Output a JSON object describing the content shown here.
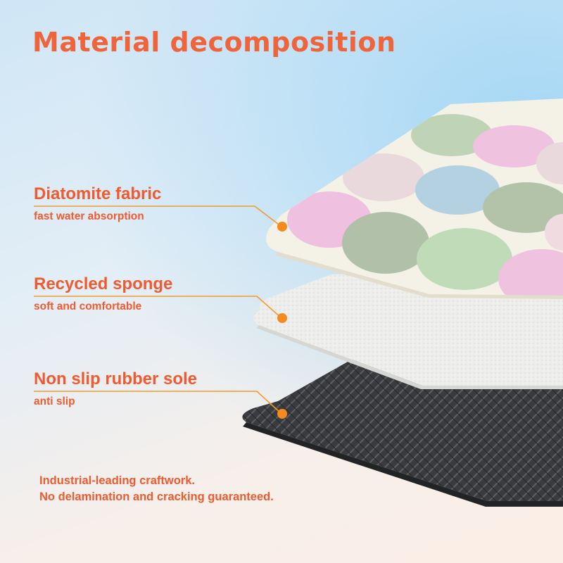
{
  "title": "Material decomposition",
  "layers": [
    {
      "name": "Diatomite fabric",
      "description": "fast water absorption"
    },
    {
      "name": "Recycled sponge",
      "description": "soft and comfortable"
    },
    {
      "name": "Non slip rubber sole",
      "description": "anti slip"
    }
  ],
  "footer": {
    "line1": "Industrial-leading craftwork.",
    "line2": "No delamination and cracking guaranteed."
  },
  "colors": {
    "accent": "#ef5a2e",
    "leader_line": "#f29a2e",
    "marker_dot": "#f58a1f"
  }
}
